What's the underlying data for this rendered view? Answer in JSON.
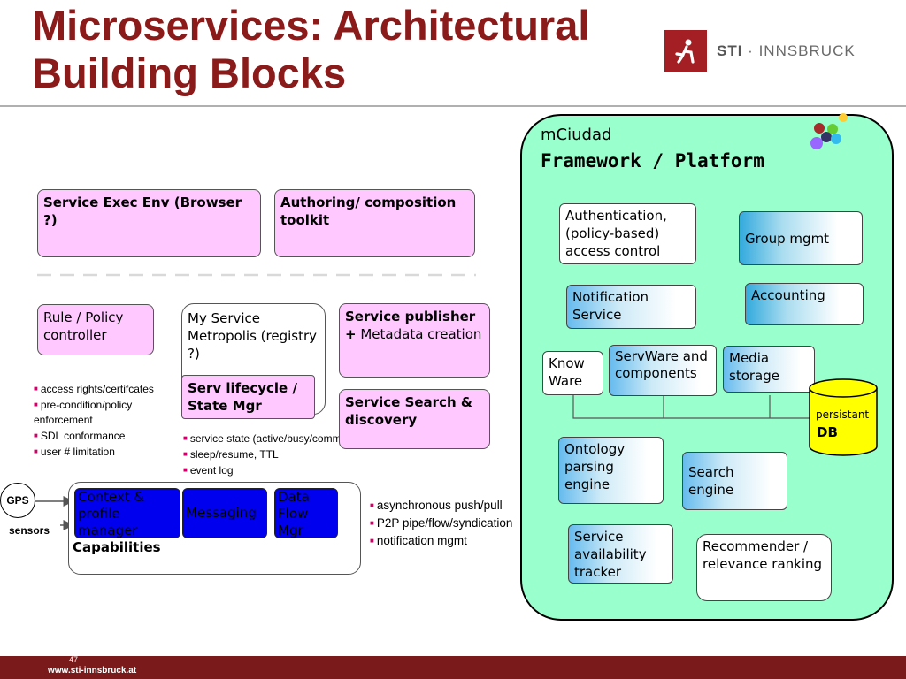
{
  "slide": {
    "title_line1": "Microservices: Architectural",
    "title_line2": "Building Blocks"
  },
  "logo": {
    "brand": "STI",
    "sep": " · ",
    "place": "INNSBRUCK",
    "colors": {
      "box": "#a31f24",
      "text": "#6a6a6a"
    }
  },
  "left": {
    "exec_env": "Service Exec Env (Browser ?)",
    "authoring": "Authoring/ composition toolkit",
    "rule_policy": "Rule / Policy controller",
    "rule_notes": [
      "access rights/certifcates",
      "pre-condition/policy enforcement",
      "SDL conformance",
      "user # limitation"
    ],
    "metropolis": "My Service Metropolis (registry ?)",
    "lifecycle": "Serv lifecycle / State Mgr",
    "lifecycle_notes": [
      "service state (active/busy/comm)",
      "sleep/resume, TTL",
      "event log"
    ],
    "publisher_bold": "Service publisher +",
    "publisher_rest": "Metadata creation",
    "search_disc": "Service Search & discovery",
    "gps": "GPS",
    "sensors": "sensors",
    "context": "Context & profile manager",
    "messaging": "Messaging",
    "dataflow": "Data Flow Mgr",
    "capabilities": "Capabilities",
    "cap_notes": [
      "asynchronous push/pull",
      "P2P pipe/flow/syndication",
      "notification mgmt"
    ]
  },
  "platform": {
    "name": "mCiudad",
    "subtitle": "Framework / Platform",
    "auth": "Authentication, (policy-based) access control",
    "group": "Group mgmt",
    "notification": "Notification Service",
    "accounting": "Accounting",
    "knowware": "Know Ware",
    "servware": "ServWare and components",
    "media": "Media storage",
    "db_label": "persistant",
    "db": "DB",
    "ontology": "Ontology parsing engine",
    "search": "Search engine",
    "availability": "Service availability tracker",
    "recommender": "Recommender / relevance ranking",
    "colors": {
      "background": "#99ffcc",
      "db": "#ffff00"
    }
  },
  "footer": {
    "page": "47",
    "url": "www.sti-innsbruck.at",
    "color": "#7a1a1a"
  }
}
